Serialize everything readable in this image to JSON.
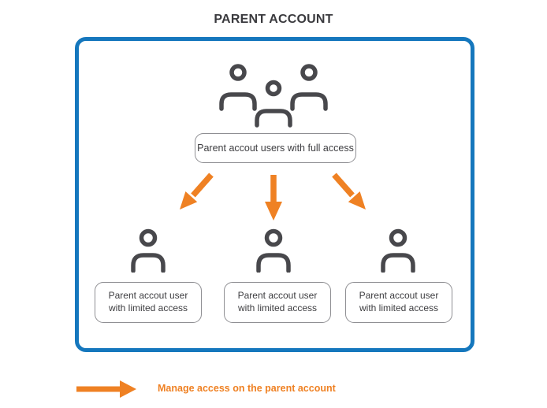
{
  "title": "PARENT ACCOUNT",
  "colors": {
    "frame_blue": "#1577bd",
    "arrow_orange": "#ef8123",
    "icon_gray": "#48484c",
    "box_border_gray": "#8f8f93",
    "text_dark": "#3d3d40"
  },
  "diagram": {
    "full_access_box": {
      "label": "Parent accout users with full access"
    },
    "limited_access_boxes": [
      {
        "label": "Parent accout user with limited access"
      },
      {
        "label": "Parent accout user with limited access"
      },
      {
        "label": "Parent accout user with limited access"
      }
    ]
  },
  "legend": {
    "label": "Manage access on the parent account"
  }
}
